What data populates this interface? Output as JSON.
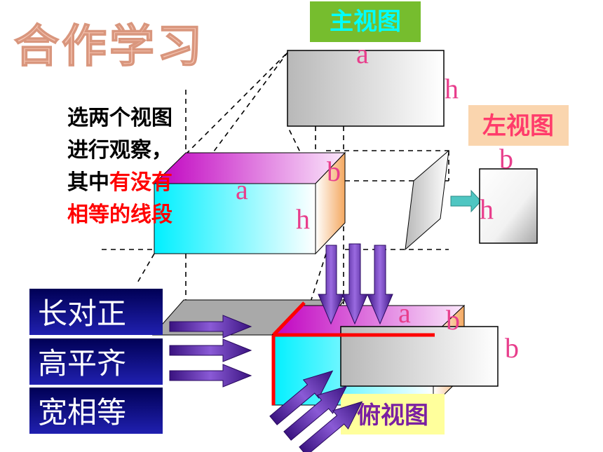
{
  "title": "合作学习",
  "view_labels": {
    "front": "主视图",
    "left": "左视图",
    "top": "俯视图"
  },
  "note": {
    "line1": "选两个视图",
    "line2": "进行观察，",
    "line3_black": "其中",
    "line3_red": "有没有",
    "line4_red": "相等的线段"
  },
  "rules": [
    "长对正",
    "高平齐",
    "宽相等"
  ],
  "dimension_letters": {
    "a": "a",
    "b": "b",
    "h": "h"
  },
  "colors": {
    "title": "#f2b8a6",
    "front_label_bg": "#7ec13a",
    "front_label_text": "#00ffff",
    "left_label_bg": "#fad7b0",
    "left_label_text": "#ff3b6b",
    "top_label_bg": "#ffffa0",
    "top_label_text": "#7a1fa2",
    "dimension_text": "#e83e8c",
    "highlight_red": "#ff0000",
    "arrow_purple": "#5b2ba8",
    "rule_bg_top": "#000066",
    "rule_bg_bottom": "#1a1aa8"
  }
}
